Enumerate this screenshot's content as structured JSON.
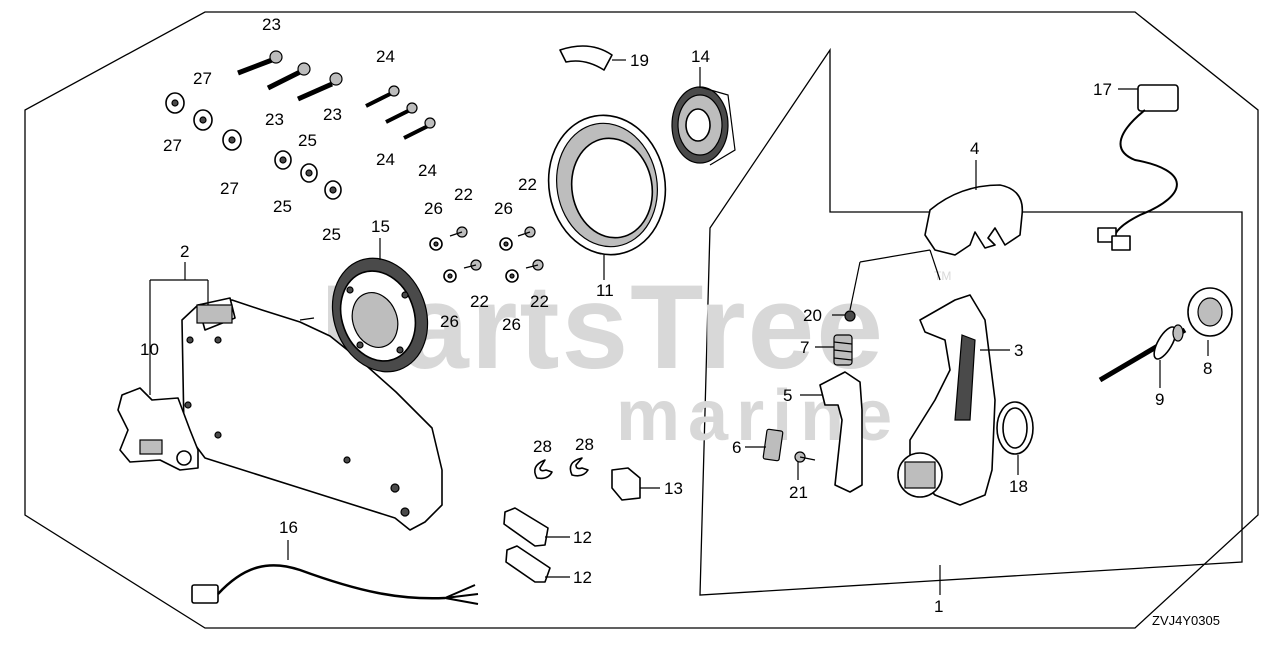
{
  "watermark": {
    "main": "PartsTree",
    "tm": "TM",
    "sub": "marine"
  },
  "diagram_code": "ZVJ4Y0305",
  "callouts": {
    "c1": "1",
    "c2": "2",
    "c3": "3",
    "c4": "4",
    "c5": "5",
    "c6": "6",
    "c7": "7",
    "c8": "8",
    "c9": "9",
    "c10": "10",
    "c11": "11",
    "c12a": "12",
    "c12b": "12",
    "c13": "13",
    "c14": "14",
    "c15": "15",
    "c16": "16",
    "c17": "17",
    "c18": "18",
    "c19": "19",
    "c20": "20",
    "c21": "21",
    "c22a": "22",
    "c22b": "22",
    "c22c": "22",
    "c22d": "22",
    "c23a": "23",
    "c23b": "23",
    "c23c": "23",
    "c24a": "24",
    "c24b": "24",
    "c24c": "24",
    "c25a": "25",
    "c25b": "25",
    "c25c": "25",
    "c26a": "26",
    "c26b": "26",
    "c26c": "26",
    "c26d": "26",
    "c27a": "27",
    "c27b": "27",
    "c27c": "27",
    "c28a": "28",
    "c28b": "28"
  }
}
